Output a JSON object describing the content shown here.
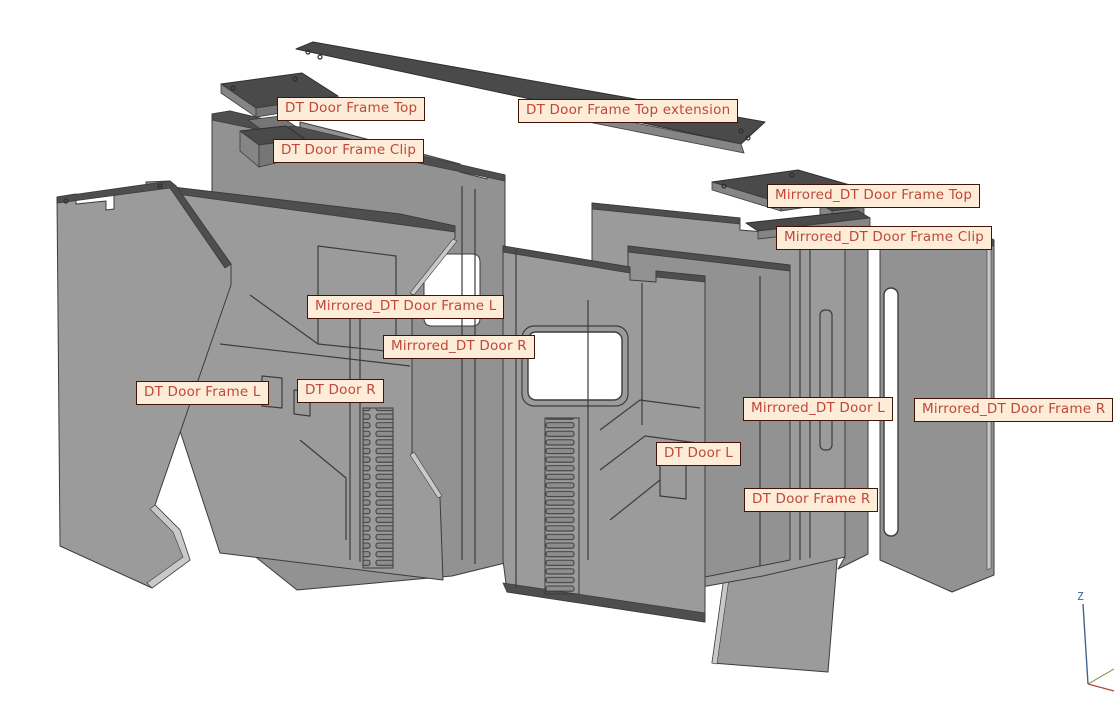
{
  "viewport": {
    "background": "#ffffff"
  },
  "labels": [
    {
      "part": "dt-door-frame-top",
      "text": "DT Door Frame Top"
    },
    {
      "part": "dt-door-frame-top-extension",
      "text": "DT Door Frame Top extension"
    },
    {
      "part": "dt-door-frame-clip",
      "text": "DT Door Frame Clip"
    },
    {
      "part": "mirrored-dt-door-frame-top",
      "text": "Mirrored_DT Door Frame Top"
    },
    {
      "part": "mirrored-dt-door-frame-clip",
      "text": "Mirrored_DT Door Frame Clip"
    },
    {
      "part": "mirrored-dt-door-frame-l",
      "text": "Mirrored_DT Door Frame L"
    },
    {
      "part": "mirrored-dt-door-r",
      "text": "Mirrored_DT Door R"
    },
    {
      "part": "dt-door-frame-l",
      "text": "DT Door Frame L"
    },
    {
      "part": "dt-door-r",
      "text": "DT Door R"
    },
    {
      "part": "mirrored-dt-door-l",
      "text": "Mirrored_DT Door L"
    },
    {
      "part": "mirrored-dt-door-frame-r",
      "text": "Mirrored_DT Door Frame R"
    },
    {
      "part": "dt-door-l",
      "text": "DT Door L"
    },
    {
      "part": "dt-door-frame-r",
      "text": "DT Door Frame R"
    }
  ],
  "axis_indicator": {
    "z_label": "Z"
  },
  "colors": {
    "label-bg": "#fcecd8",
    "label-border": "#421409",
    "label-text": "#c0483a",
    "panel-face": "#9b9b9b",
    "panel-top": "#4e4e4e",
    "panel-edge": "#3c3c3c",
    "panel-bevel": "#c9c9c9",
    "plank-top": "#4a4a4a",
    "axis-z": "#41618e",
    "axis-x": "#b8453c",
    "axis-y": "#8aa050",
    "background": "#ffffff"
  }
}
